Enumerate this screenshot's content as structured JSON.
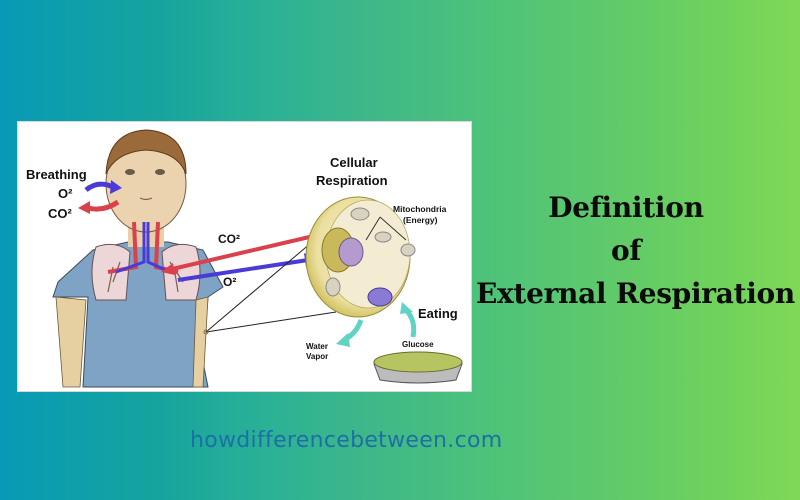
{
  "illustration": {
    "labels": {
      "breathing": "Breathing",
      "o2_breath": "O²",
      "co2_breath": "CO²",
      "cellular_respiration_line1": "Cellular",
      "cellular_respiration_line2": "Respiration",
      "mitochondria": "Mitochondria",
      "energy": "(Energy)",
      "co2_exchange": "CO²",
      "o2_exchange": "O²",
      "eating": "Eating",
      "water_vapor_line1": "Water",
      "water_vapor_line2": "Vapor",
      "glucose": "Glucose"
    },
    "colors": {
      "co2_arrow": "#d9414c",
      "o2_arrow": "#4a3ad6",
      "nutrient_arrow": "#5fd3c4",
      "shirt": "#7fa3c4",
      "cell": "#e8dc8a"
    }
  },
  "title": {
    "line1": "Definition",
    "line2": "of",
    "line3": "External Respiration"
  },
  "watermark": "howdifferencebetween.com",
  "background": {
    "gradient_start": "#079ab6",
    "gradient_end": "#80d856"
  }
}
